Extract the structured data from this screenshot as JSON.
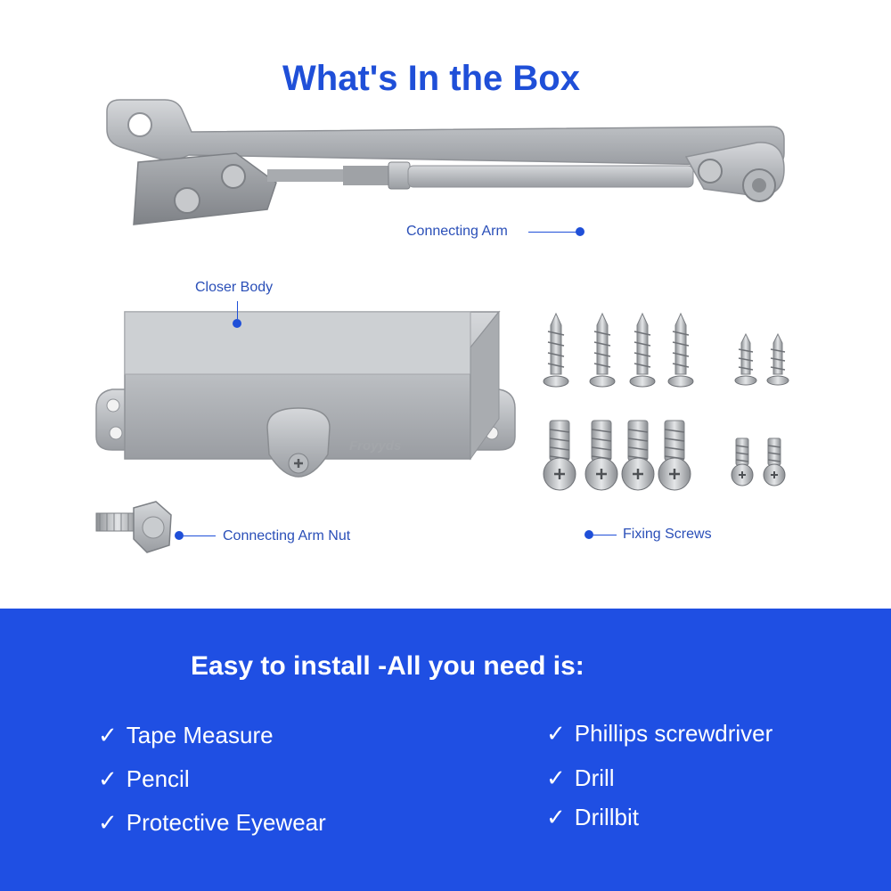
{
  "title": "What's In the Box",
  "labels": {
    "connecting_arm": "Connecting Arm",
    "closer_body": "Closer Body",
    "connecting_arm_nut": "Connecting Arm Nut",
    "fixing_screws": "Fixing Screws"
  },
  "brand_mark": "Froyyds",
  "install": {
    "title": "Easy to install -All you need is:",
    "check_glyph": "✓",
    "left_items": [
      "Tape Measure",
      "Pencil",
      "Protective Eyewear"
    ],
    "right_items": [
      "Phillips screwdriver",
      "Drill",
      "Drillbit"
    ]
  },
  "colors": {
    "accent": "#1f4fd8",
    "panel": "#1f4fe3",
    "metal": "#b9bcc0"
  }
}
